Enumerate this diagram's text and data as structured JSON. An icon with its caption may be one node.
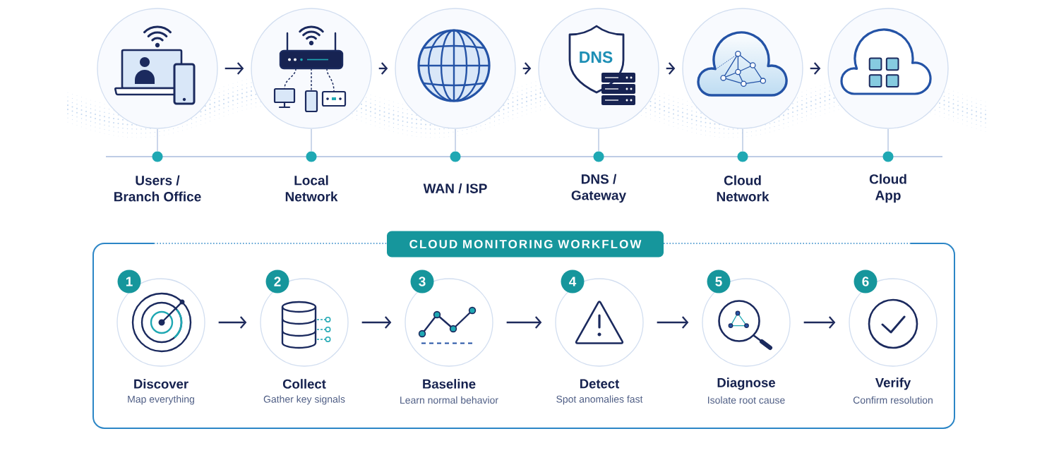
{
  "diagram": {
    "nodes": [
      {
        "text": [
          "Users / Branch Office"
        ]
      },
      {
        "text": [
          "Local Network"
        ]
      },
      {
        "text": [
          "WAN / ISP"
        ]
      },
      {
        "text": [
          "DNS / Gateway"
        ]
      },
      {
        "text": [
          "Cloud Network"
        ]
      },
      {
        "text": [
          "Cloud App"
        ]
      },
      {
        "text": [
          "CLOUD MONITORING WORKFLOW"
        ]
      },
      {
        "text": [
          "1"
        ],
        "in": 6
      },
      {
        "text": [
          "Discover",
          "Map everything"
        ],
        "in": 6
      },
      {
        "text": [
          "2"
        ],
        "in": 6
      },
      {
        "text": [
          "Collect",
          "Gather key signals"
        ],
        "in": 6
      },
      {
        "text": [
          "3"
        ],
        "in": 6
      },
      {
        "text": [
          "Baseline",
          "Learn normal behavior"
        ],
        "in": 6
      },
      {
        "text": [
          "4"
        ],
        "in": 6
      },
      {
        "text": [
          "Detect",
          "Spot anomalies fast"
        ],
        "in": 6
      },
      {
        "text": [
          "5"
        ],
        "in": 6
      },
      {
        "text": [
          "Diagnose",
          "Isolate root cause"
        ],
        "in": 6
      },
      {
        "text": [
          "6"
        ],
        "in": 6
      },
      {
        "text": [
          "Verify",
          "Confirm resolution"
        ],
        "in": 6
      }
    ],
    "edges": [
      {
        "from": 0,
        "to": 1,
        "arrow": "to"
      },
      {
        "from": 1,
        "to": 2,
        "arrow": "to"
      },
      {
        "from": 2,
        "to": 3,
        "arrow": "to"
      },
      {
        "from": 3,
        "to": 4,
        "arrow": "to"
      },
      {
        "from": 4,
        "to": 5,
        "arrow": "to"
      },
      {
        "from": 8,
        "to": 10,
        "arrow": "to"
      },
      {
        "from": 10,
        "to": 12,
        "arrow": "to"
      },
      {
        "from": 12,
        "to": 14,
        "arrow": "to"
      },
      {
        "from": 14,
        "to": 16,
        "arrow": "to"
      },
      {
        "from": 16,
        "to": 18,
        "arrow": "to"
      }
    ],
    "labels": [
      "DNS"
    ]
  }
}
